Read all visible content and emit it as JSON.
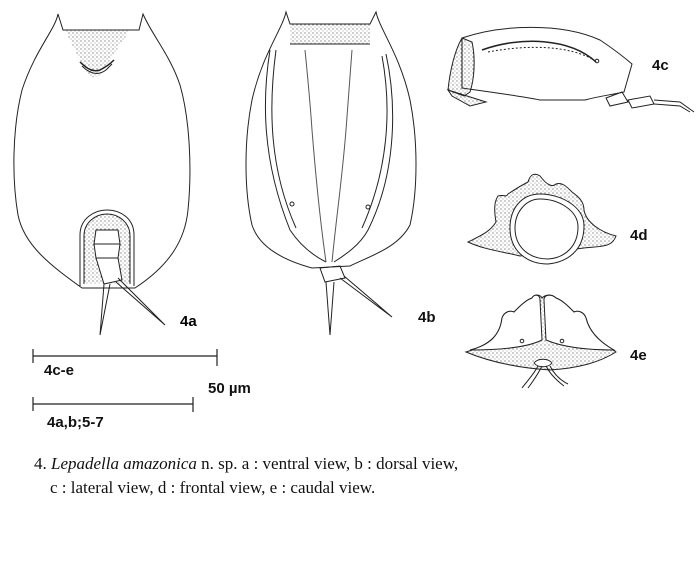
{
  "figure": {
    "number": "4",
    "panels": [
      {
        "id": "4a",
        "label": "4a",
        "view": "ventral view"
      },
      {
        "id": "4b",
        "label": "4b",
        "view": "dorsal view"
      },
      {
        "id": "4c",
        "label": "4c",
        "view": "lateral view"
      },
      {
        "id": "4d",
        "label": "4d",
        "view": "frontal view"
      },
      {
        "id": "4e",
        "label": "4e",
        "view": "caudal view"
      }
    ],
    "scale_bars": [
      {
        "label": "4c-e"
      },
      {
        "label": "4a,b;5-7"
      }
    ],
    "scale_value": "50 µm"
  },
  "caption": {
    "number": "4.",
    "species": "Lepadella amazonica",
    "line1_rest": " n. sp. a : ventral view, b : dorsal view,",
    "line2": "c : lateral view, d : frontal view, e : caudal view."
  }
}
